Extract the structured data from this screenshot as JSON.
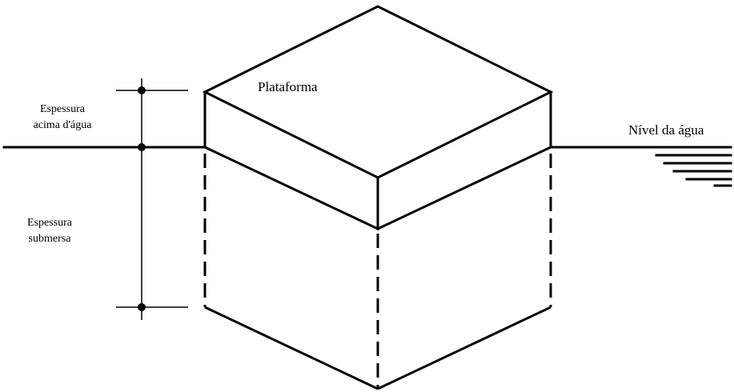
{
  "diagram": {
    "platform_label": "Plataforma",
    "water_level_label": "Nível da água",
    "thickness_above": {
      "line1": "Espessura",
      "line2": "acima d'água"
    },
    "thickness_submerged": {
      "line1": "Espessura",
      "line2": "submersa"
    },
    "stroke_color": "#000000"
  }
}
